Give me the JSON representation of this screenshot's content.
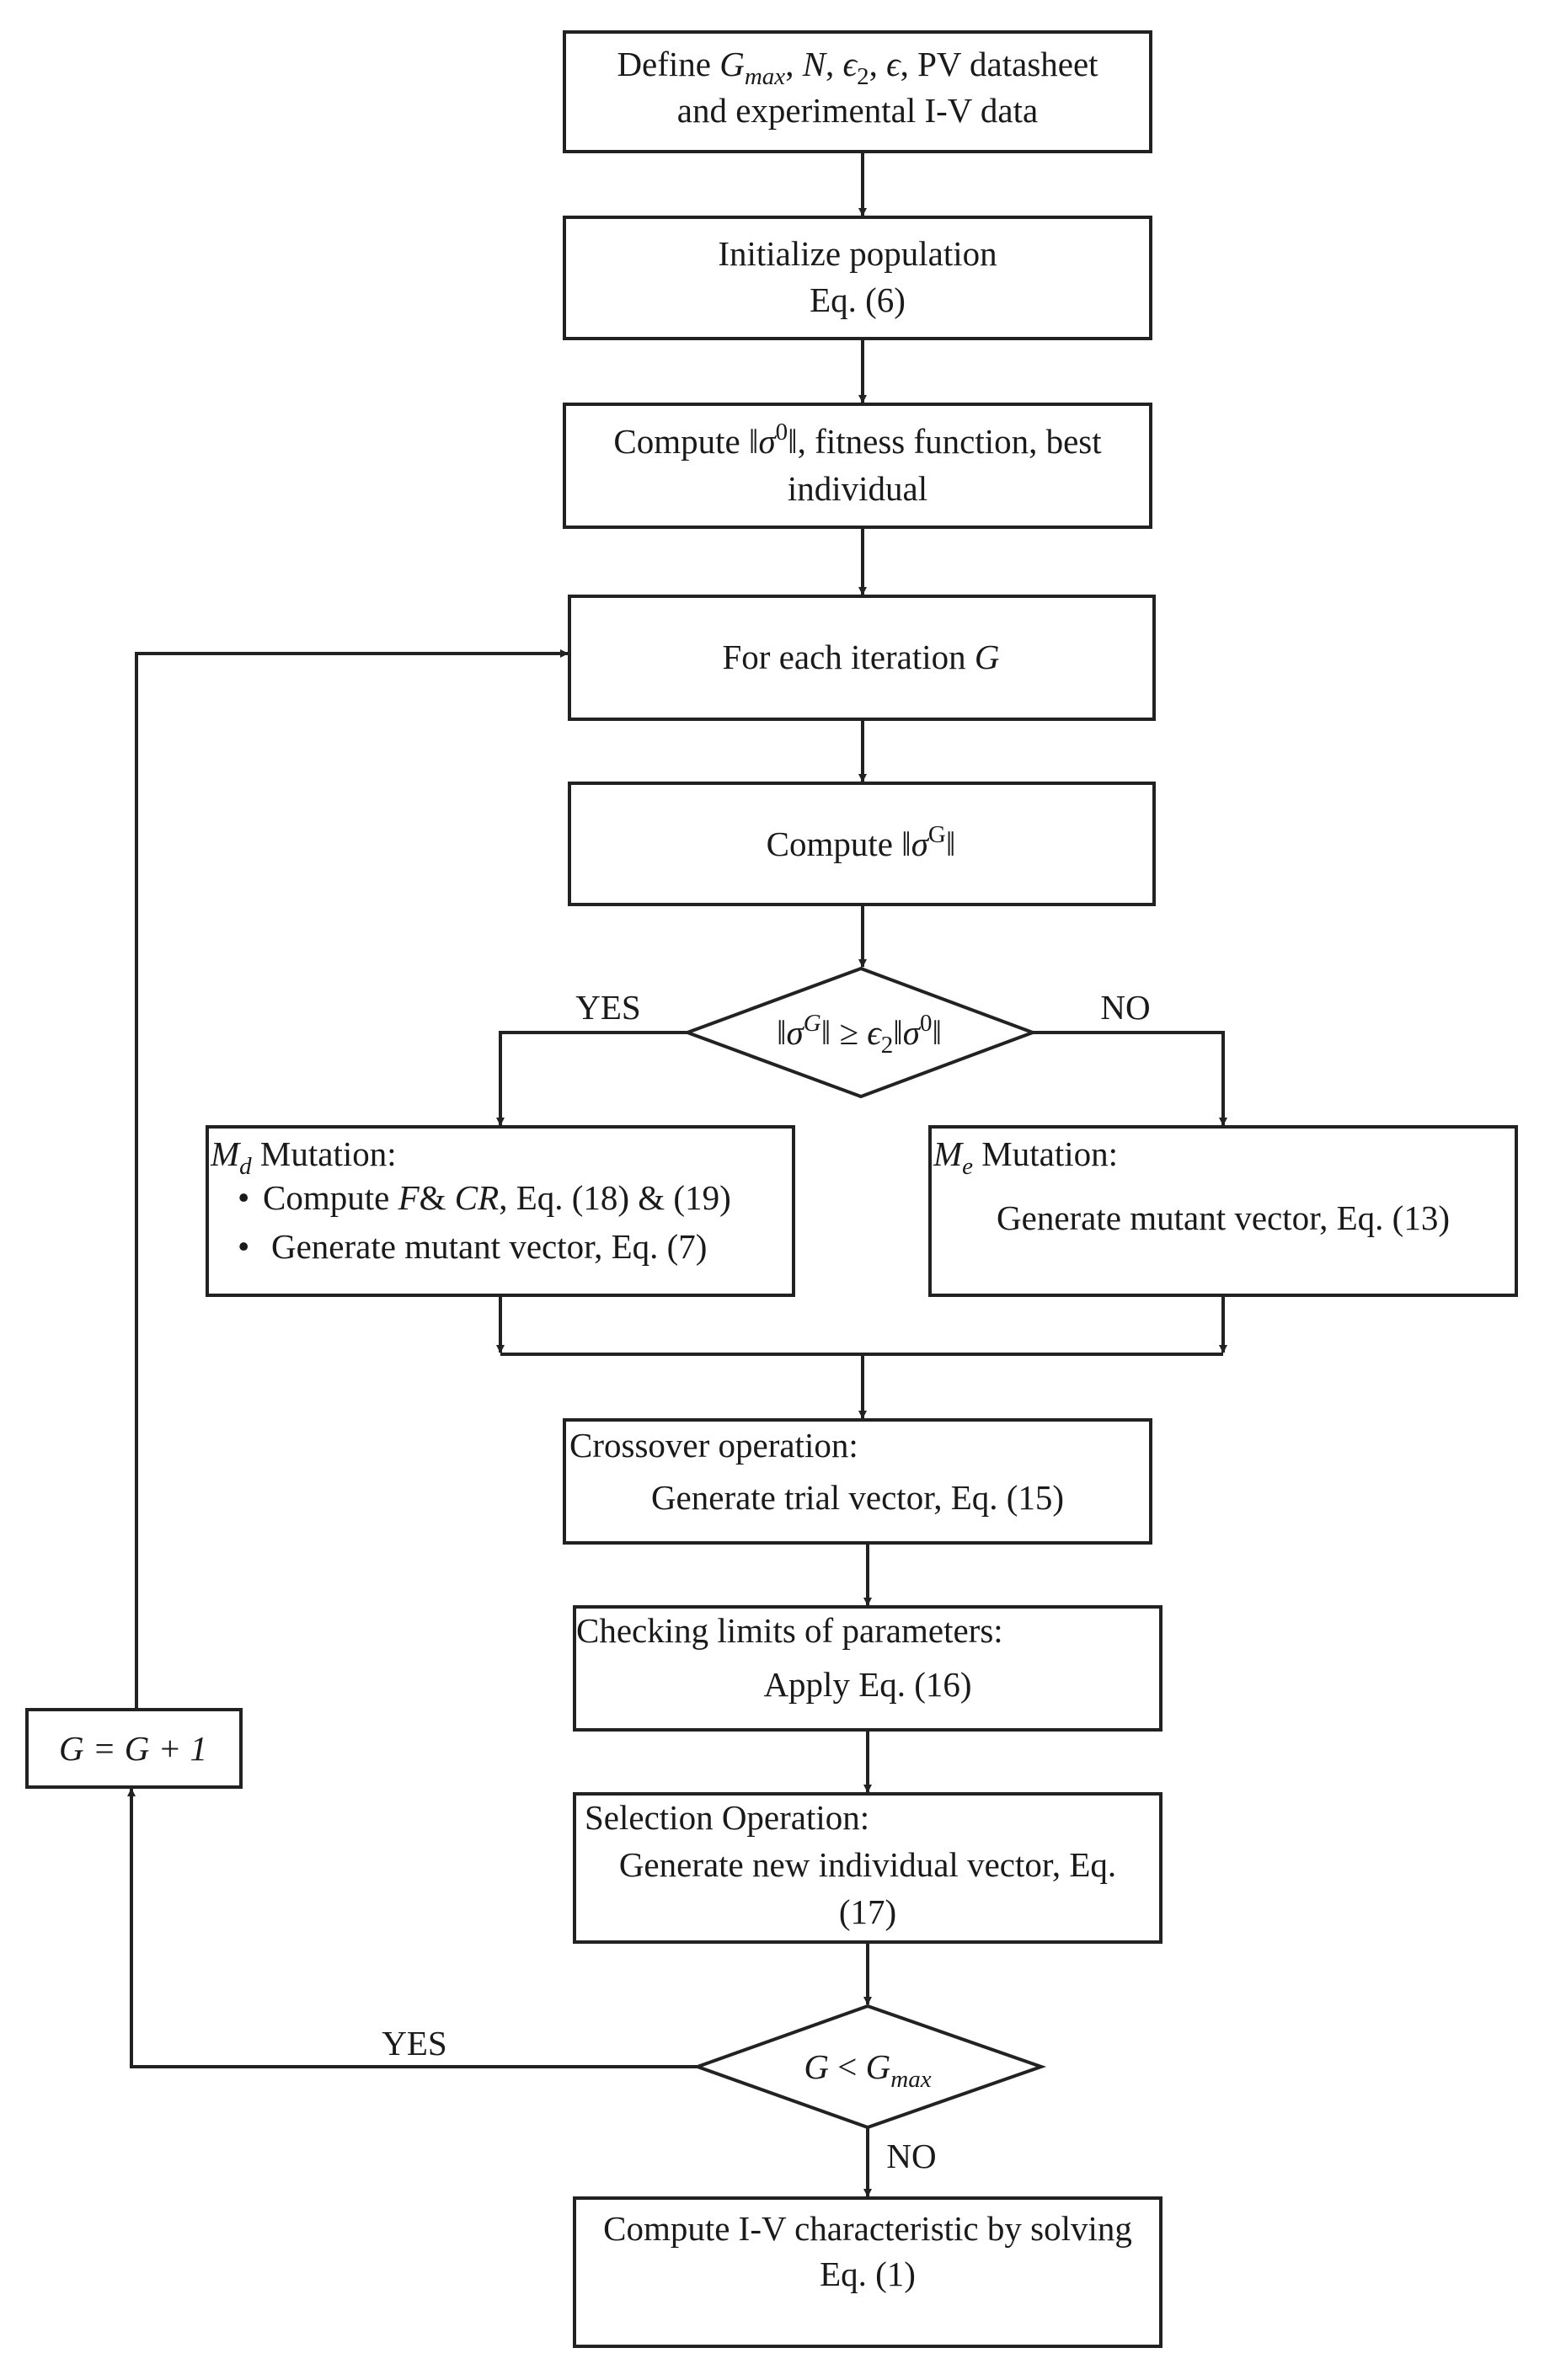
{
  "nodes": {
    "define": {
      "prefix": "Define ",
      "g": "G",
      "g_sub": "max",
      "sep1": ", ",
      "n": "N",
      "sep2": ", ",
      "eps2": "ϵ",
      "eps2_sub": "2",
      "sep3": ", ",
      "eps": "ϵ",
      "suffix": ", PV datasheet",
      "line2": "and experimental I-V data"
    },
    "init": {
      "line1": "Initialize population",
      "line2": "Eq. (6)"
    },
    "compute_sigma0": {
      "prefix": "Compute ‖",
      "sigma": "σ",
      "sup": "0",
      "suffix": "‖, fitness function, best",
      "line2": "individual"
    },
    "iteration": {
      "text": "For each iteration ",
      "var": "G"
    },
    "compute_sigmaG": {
      "prefix": "Compute ‖",
      "sigma": "σ",
      "sup": "G",
      "suffix": "‖"
    },
    "decision": {
      "open": "‖",
      "sigma1": "σ",
      "sup1": "G",
      "mid": "‖ ≥ ",
      "eps": "ϵ",
      "eps_sub": "2",
      "mid2": "‖",
      "sigma2": "σ",
      "sup2": "0",
      "close": "‖",
      "yes": "YES",
      "no": "NO"
    },
    "md": {
      "m": "M",
      "m_sub": "d",
      "title": " Mutation:",
      "b1_prefix": "Compute ",
      "b1_f": "F",
      "b1_amp": "& ",
      "b1_cr": "CR",
      "b1_suffix": ", Eq. (18) & (19)",
      "b2": "Generate mutant vector, Eq. (7)",
      "bullet": "•"
    },
    "me": {
      "m": "M",
      "m_sub": "e",
      "title": " Mutation:",
      "line": "Generate mutant vector, Eq. (13)"
    },
    "crossover": {
      "title": "Crossover operation:",
      "line": "Generate trial vector, Eq. (15)"
    },
    "limits": {
      "title": "Checking limits of parameters:",
      "line": "Apply Eq. (16)"
    },
    "selection": {
      "title": "Selection Operation:",
      "line1": "Generate new individual vector, Eq.",
      "line2": "(17)"
    },
    "loop_decision": {
      "g": "G",
      "op": " < ",
      "g2": "G",
      "g2_sub": "max",
      "yes": "YES",
      "no": "NO"
    },
    "increment": {
      "text": "G = G + 1"
    },
    "final": {
      "line1": "Compute I-V characteristic by solving",
      "line2": "Eq. (1)"
    }
  }
}
